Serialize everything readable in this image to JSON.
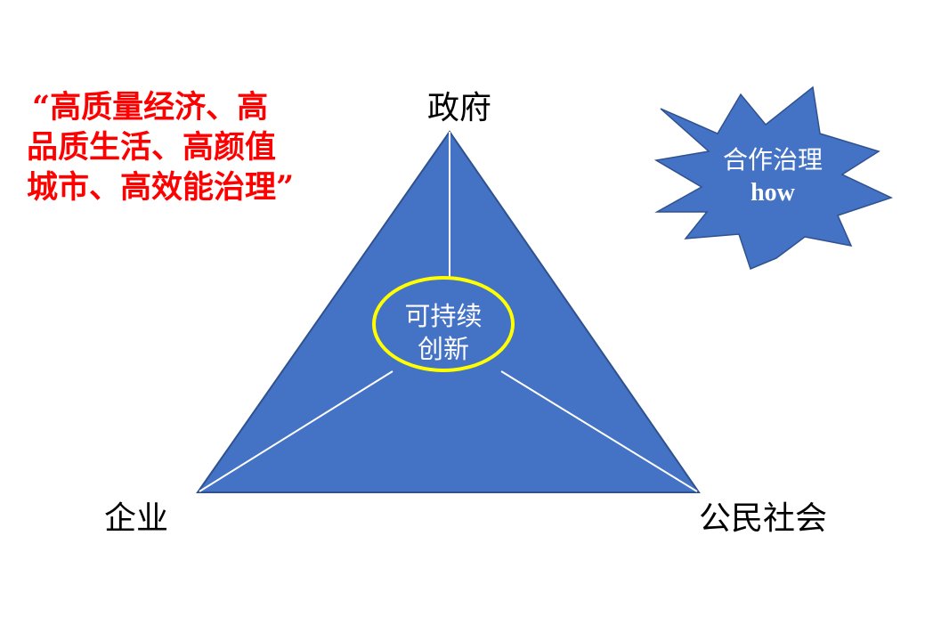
{
  "slogan": {
    "lines": [
      "“高质量经济、高",
      "品质生活、高颜值",
      "城市、高效能治理”"
    ],
    "color": "#FF0000"
  },
  "triangle": {
    "top_label": "政府",
    "left_label": "企业",
    "right_label": "公民社会",
    "fill": "#4472C4",
    "stroke": "#2F528F",
    "spoke_color": "#FFFFFF"
  },
  "center": {
    "line1": "可持续",
    "line2": "创新",
    "ring_color": "#FFFF00",
    "fill": "#4472C4"
  },
  "star": {
    "line1": "合作治理",
    "line2": "how",
    "fill": "#4472C4",
    "stroke": "#2F528F"
  }
}
